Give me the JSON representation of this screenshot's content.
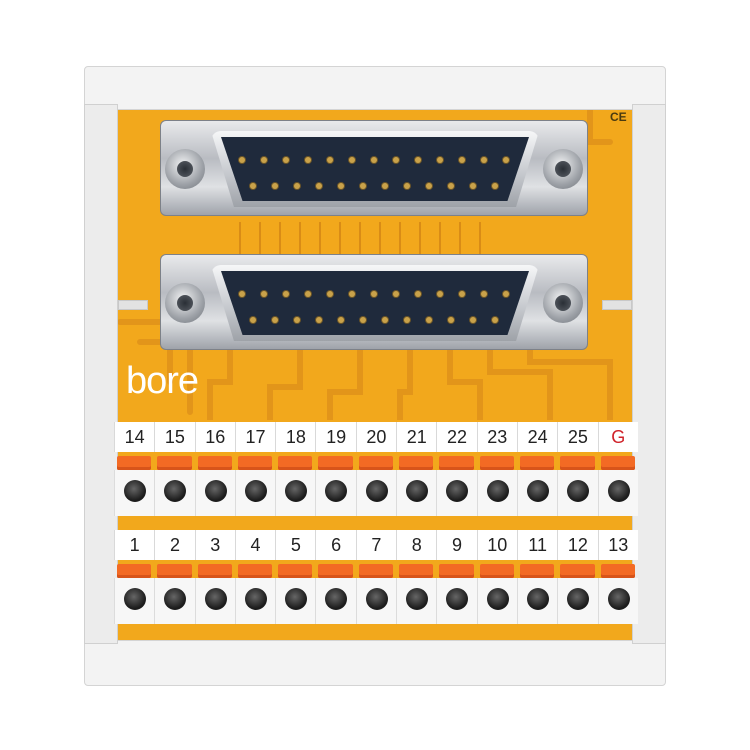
{
  "brand": {
    "logo_text": "bore",
    "ce_mark": "CE"
  },
  "colors": {
    "pcb": "#f2a81c",
    "lever": "#f36a24",
    "housing": "#f3f3f3",
    "ground_label": "#d0222a"
  },
  "upper_terminals": [
    "14",
    "15",
    "16",
    "17",
    "18",
    "19",
    "20",
    "21",
    "22",
    "23",
    "24",
    "25",
    "G"
  ],
  "lower_terminals": [
    "1",
    "2",
    "3",
    "4",
    "5",
    "6",
    "7",
    "8",
    "9",
    "10",
    "11",
    "12",
    "13"
  ],
  "connectors": [
    {
      "type": "D-sub 25-pin",
      "pins_top_row": 13,
      "pins_bottom_row": 12
    },
    {
      "type": "D-sub 25-pin",
      "pins_top_row": 13,
      "pins_bottom_row": 12
    }
  ]
}
